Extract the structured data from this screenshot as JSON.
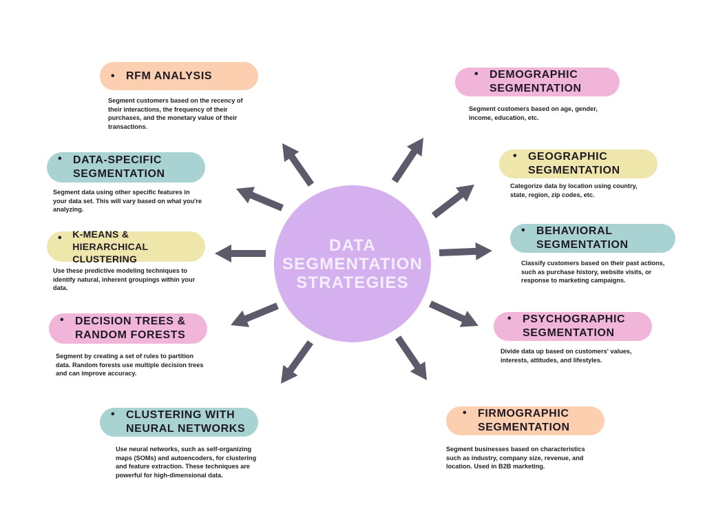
{
  "hub": {
    "title": "DATA\nSEGMENTATION\nSTRATEGIES",
    "color": "#d4b0ef"
  },
  "arrow_color": "#5d5a6b",
  "strategies": [
    {
      "id": "rfm",
      "title": "RFM ANALYSIS",
      "color": "#fbcfb0",
      "description": "Segment customers based on the recency of their interactions, the frequency of their purchases, and the monetary value of their transactions."
    },
    {
      "id": "data-specific",
      "title": "DATA-SPECIFIC SEGMENTATION",
      "color": "#a8d3d2",
      "description": "Segment data using other specific features in your data set. This will vary based on what you're analyzing."
    },
    {
      "id": "kmeans",
      "title": "K-MEANS & HIERARCHICAL CLUSTERING",
      "color": "#eee6ab",
      "description": "Use these predictive modeling techniques to identify natural, inherent groupings within your data."
    },
    {
      "id": "decision-trees",
      "title": "DECISION TREES & RANDOM FORESTS",
      "color": "#f2b5da",
      "description": "Segment by creating a set of rules to partition data. Random forests use multiple decision trees and can improve accuracy."
    },
    {
      "id": "neural",
      "title": "CLUSTERING WITH NEURAL NETWORKS",
      "color": "#a8d3d2",
      "description": "Use neural networks, such as self-organizing maps (SOMs) and autoencoders, for clustering and feature extraction. These techniques are powerful for high-dimensional data."
    },
    {
      "id": "demographic",
      "title": "DEMOGRAPHIC SEGMENTATION",
      "color": "#f2b5da",
      "description": "Segment customers based on age, gender, income, education, etc."
    },
    {
      "id": "geographic",
      "title": "GEOGRAPHIC SEGMENTATION",
      "color": "#eee6ab",
      "description": "Categorize data by location using country, state, region, zip codes, etc."
    },
    {
      "id": "behavioral",
      "title": "BEHAVIORAL SEGMENTATION",
      "color": "#a8d3d2",
      "description": "Classify customers based on their past actions, such as purchase history, website visits, or response to marketing campaigns."
    },
    {
      "id": "psychographic",
      "title": "PSYCHOGRAPHIC SEGMENTATION",
      "color": "#f2b5da",
      "description": "Divide data up based on customers' values, interests, attitudes, and lifestyles."
    },
    {
      "id": "firmographic",
      "title": "FIRMOGRAPHIC SEGMENTATION",
      "color": "#fbcfb0",
      "description": "Segment businesses based on characteristics such as industry, company size, revenue, and location. Used in B2B marketing."
    }
  ],
  "bullet": "•"
}
